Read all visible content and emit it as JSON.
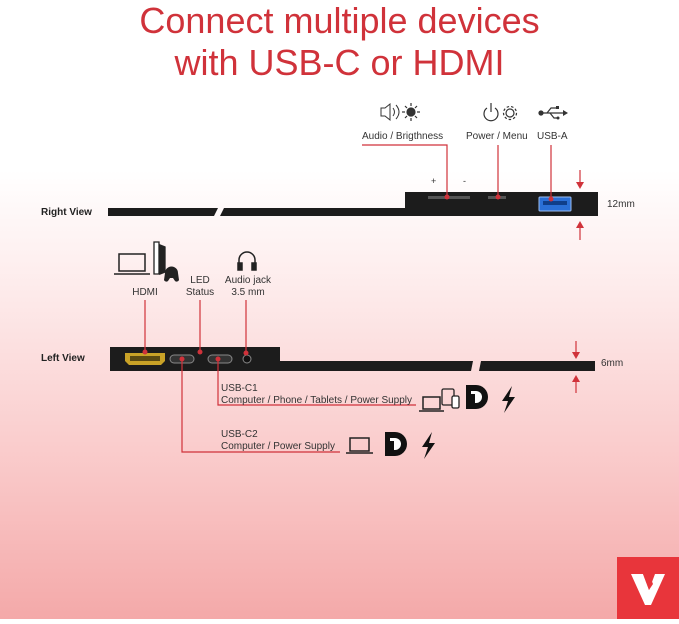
{
  "title": {
    "line1": "Connect multiple devices",
    "line2": "with USB-C or HDMI"
  },
  "right_view": {
    "label": "Right View",
    "audio_brightness": "Audio / Brigthness",
    "power_menu": "Power / Menu",
    "usb_a": "USB-A",
    "plus": "+",
    "minus": "-",
    "thickness": "12mm"
  },
  "left_view": {
    "label": "Left View",
    "hdmi": "HDMI",
    "led_line1": "LED",
    "led_line2": "Status",
    "audio_line1": "Audio jack",
    "audio_line2": "3.5 mm",
    "thickness": "6mm",
    "usbc1_title": "USB-C1",
    "usbc1_desc": "Computer / Phone / Tablets / Power Supply",
    "usbc2_title": "USB-C2",
    "usbc2_desc": "Computer / Power Supply"
  },
  "colors": {
    "accent": "#d0323a",
    "device": "#1c1c1c",
    "logo": "#e8353b"
  },
  "icons": [
    "speaker-icon",
    "brightness-icon",
    "power-icon",
    "gear-icon",
    "usb-icon",
    "laptop-icon",
    "game-console-icon",
    "gamepad-icon",
    "headphones-icon",
    "phone-icon",
    "tablet-icon",
    "displayport-icon",
    "lightning-icon",
    "brand-logo"
  ]
}
